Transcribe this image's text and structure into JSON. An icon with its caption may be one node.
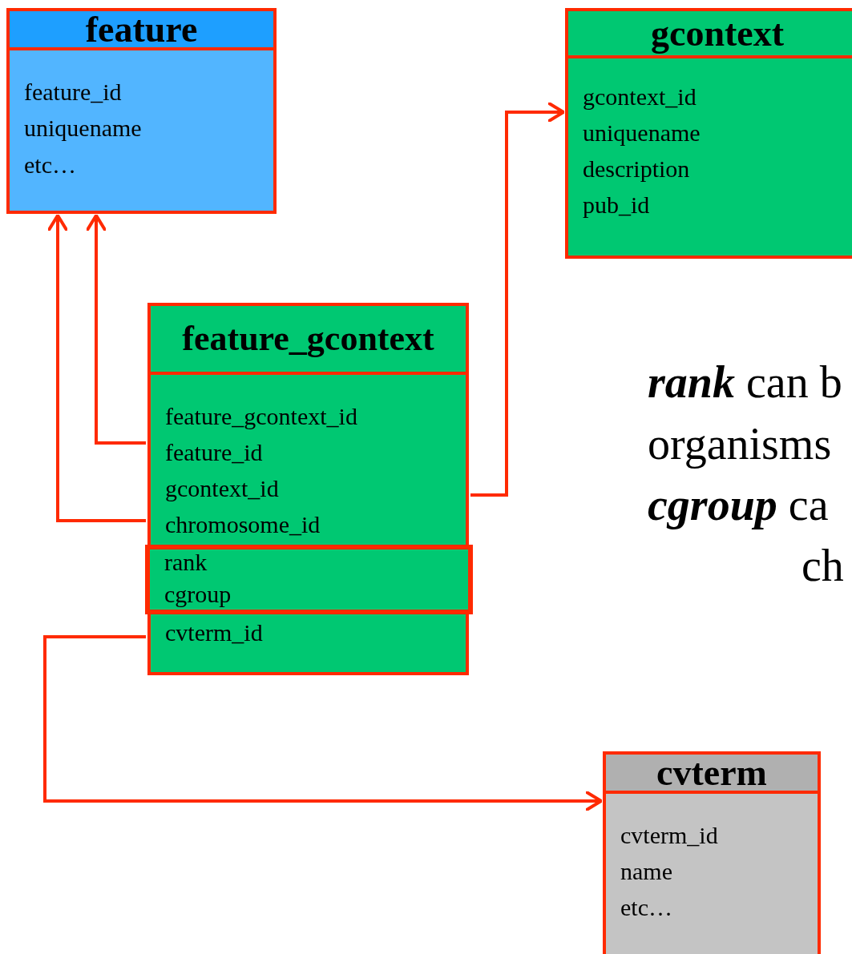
{
  "diagram": {
    "nodes": [
      {
        "text": [
          "feature",
          "feature_id",
          "uniquename",
          "etc…"
        ]
      },
      {
        "text": [
          "gcontext",
          "gcontext_id",
          "uniquename",
          "description",
          "pub_id"
        ]
      },
      {
        "text": [
          "feature_gcontext",
          "feature_gcontext_id",
          "feature_id",
          "gcontext_id",
          "chromosome_id",
          "cvterm_id"
        ]
      },
      {
        "text": [
          "rank",
          "cgroup"
        ],
        "in": 2
      },
      {
        "text": [
          "cvterm",
          "cvterm_id",
          "name",
          "etc…"
        ]
      }
    ],
    "edges": [
      {
        "from": 2,
        "to": 0,
        "arrow": "to"
      },
      {
        "from": 2,
        "to": 0,
        "arrow": "to"
      },
      {
        "from": 2,
        "to": 1,
        "arrow": "to"
      },
      {
        "from": 2,
        "to": 4,
        "arrow": "to"
      }
    ],
    "labels": [
      "**rank** can b",
      "organisms",
      "**cgroup** ca",
      "ch"
    ]
  }
}
